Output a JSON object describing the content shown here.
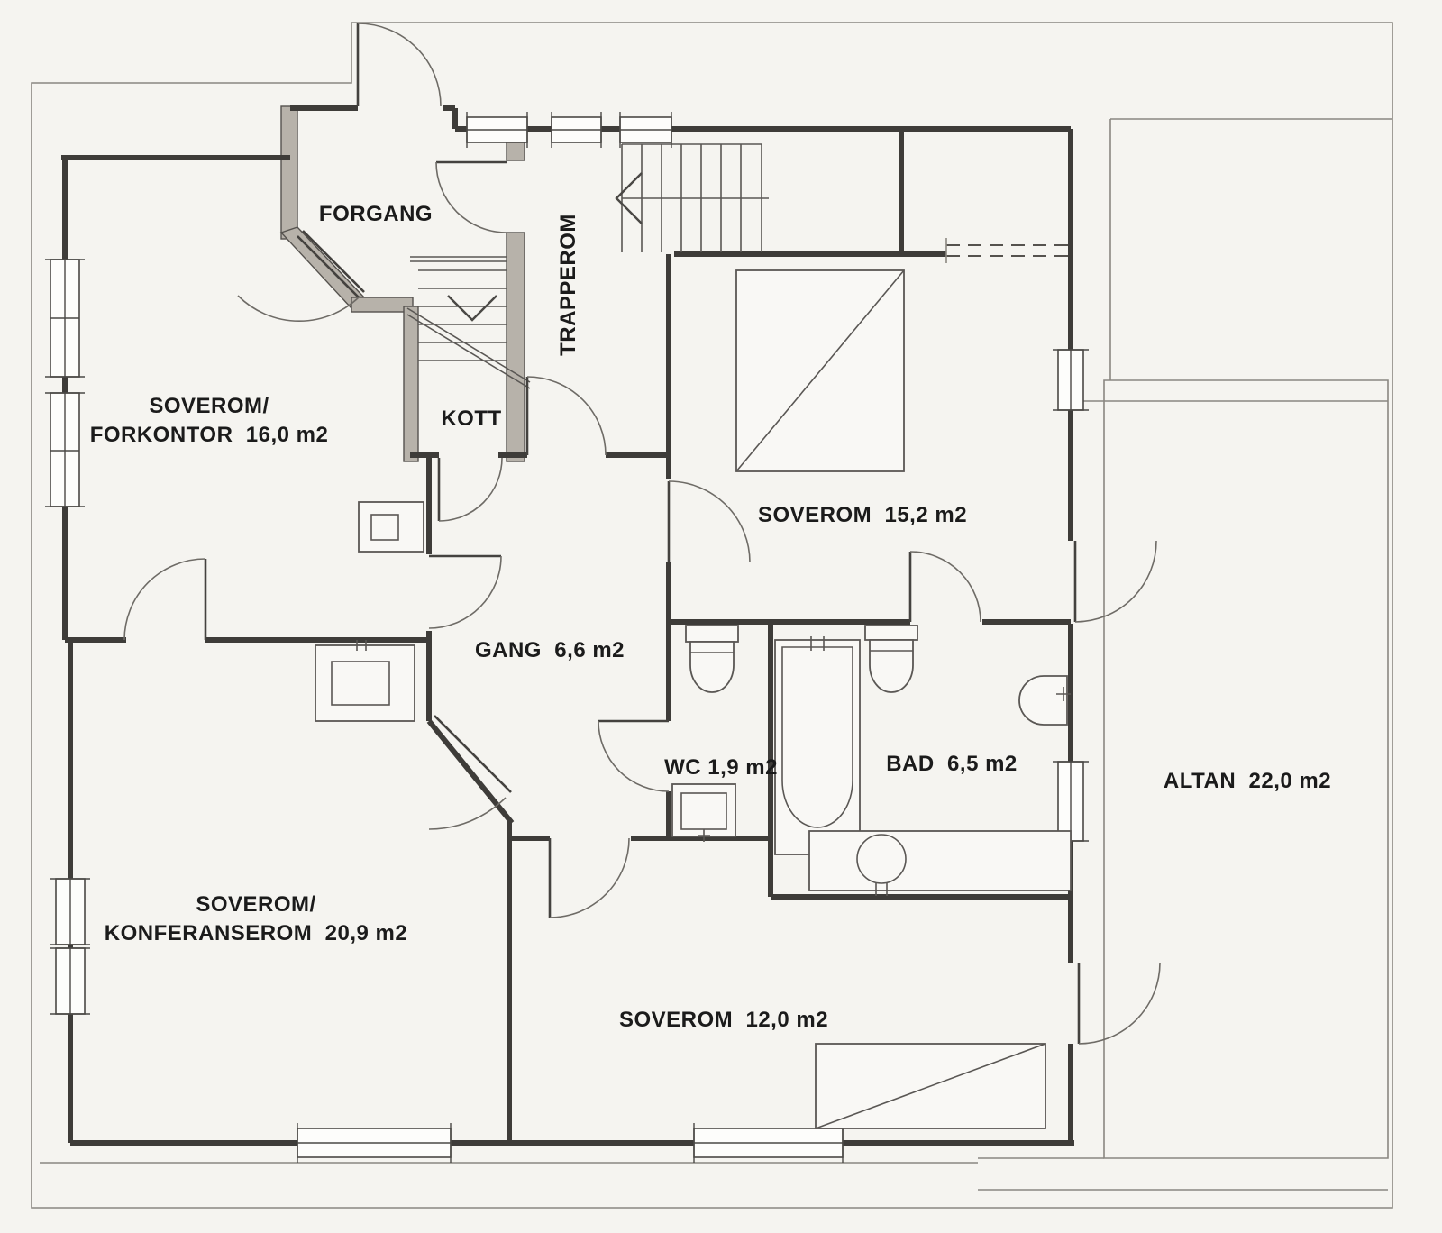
{
  "plan": {
    "labels": {
      "forgang": "FORGANG",
      "trapperom": "TRAPPEROM",
      "forkontor_line1": "SOVEROM/",
      "forkontor_line2": "FORKONTOR  16,0 m2",
      "kott": "KOTT",
      "soverom15": "SOVEROM  15,2 m2",
      "gang": "GANG  6,6 m2",
      "wc": "WC 1,9 m2",
      "bad": "BAD  6,5 m2",
      "altan": "ALTAN  22,0 m2",
      "konferanserom_line1": "SOVEROM/",
      "konferanserom_line2": "KONFERANSEROM  20,9 m2",
      "soverom12": "SOVEROM  12,0 m2"
    },
    "rooms": [
      {
        "name": "FORGANG",
        "area_label": null
      },
      {
        "name": "TRAPPEROM",
        "area_label": null
      },
      {
        "name": "SOVEROM/FORKONTOR",
        "area_label": "16,0 m2",
        "area_m2": 16.0
      },
      {
        "name": "KOTT",
        "area_label": null
      },
      {
        "name": "SOVEROM",
        "area_label": "15,2 m2",
        "area_m2": 15.2
      },
      {
        "name": "GANG",
        "area_label": "6,6 m2",
        "area_m2": 6.6
      },
      {
        "name": "WC",
        "area_label": "1,9 m2",
        "area_m2": 1.9
      },
      {
        "name": "BAD",
        "area_label": "6,5 m2",
        "area_m2": 6.5
      },
      {
        "name": "ALTAN",
        "area_label": "22,0 m2",
        "area_m2": 22.0
      },
      {
        "name": "SOVEROM/KONFERANSEROM",
        "area_label": "20,9 m2",
        "area_m2": 20.9
      },
      {
        "name": "SOVEROM",
        "area_label": "12,0 m2",
        "area_m2": 12.0
      }
    ],
    "fixtures": [
      "staircase-upper-flight",
      "staircase-lower-flight",
      "chimney",
      "bed",
      "desk",
      "bathtub",
      "toilet-wc",
      "toilet-bad",
      "corner-sink",
      "counter-with-basin",
      "wc-sink",
      "cabinet"
    ],
    "colors": {
      "paper": "#f5f4f0",
      "wall": "#3e3c39",
      "hatch_fill": "#b7b2aa",
      "line": "#8a8781",
      "text": "#1b1b1b"
    }
  }
}
